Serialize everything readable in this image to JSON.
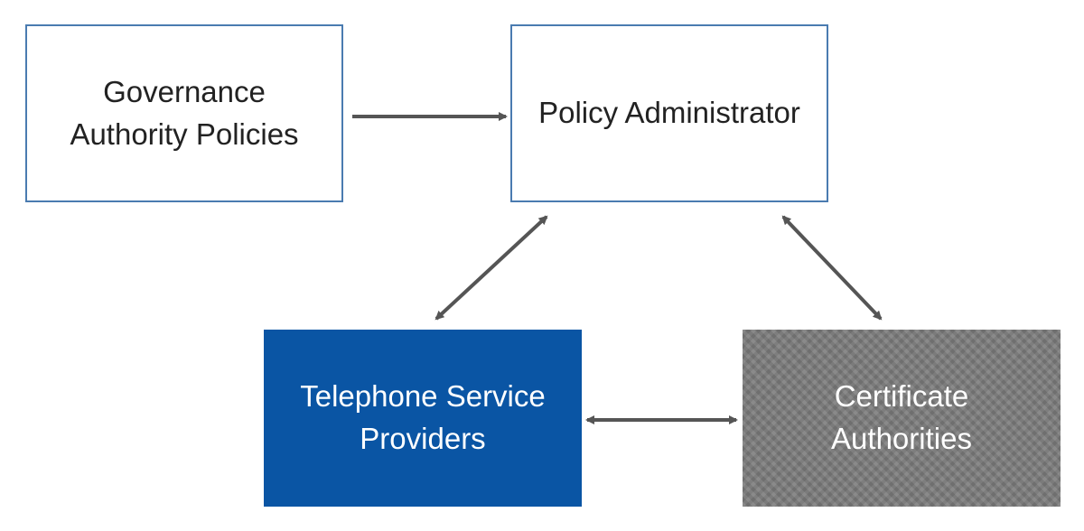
{
  "diagram": {
    "nodes": {
      "governance": {
        "label": "Governance\nAuthority Policies"
      },
      "policy_admin": {
        "label": "Policy Administrator"
      },
      "tsp": {
        "label": "Telephone Service\nProviders"
      },
      "ca": {
        "label": "Certificate\nAuthorities"
      }
    },
    "edges": [
      {
        "from": "Governance Authority Policies",
        "to": "Policy Administrator",
        "direction": "one-way"
      },
      {
        "from": "Telephone Service Providers",
        "to": "Policy Administrator",
        "direction": "two-way"
      },
      {
        "from": "Certificate Authorities",
        "to": "Policy Administrator",
        "direction": "two-way"
      },
      {
        "from": "Telephone Service Providers",
        "to": "Certificate Authorities",
        "direction": "two-way"
      }
    ],
    "colors": {
      "box_border": "#4a7bb0",
      "tsp_fill": "#0a55a4",
      "ca_fill": "#7c7c7c",
      "arrow": "#555555"
    }
  }
}
